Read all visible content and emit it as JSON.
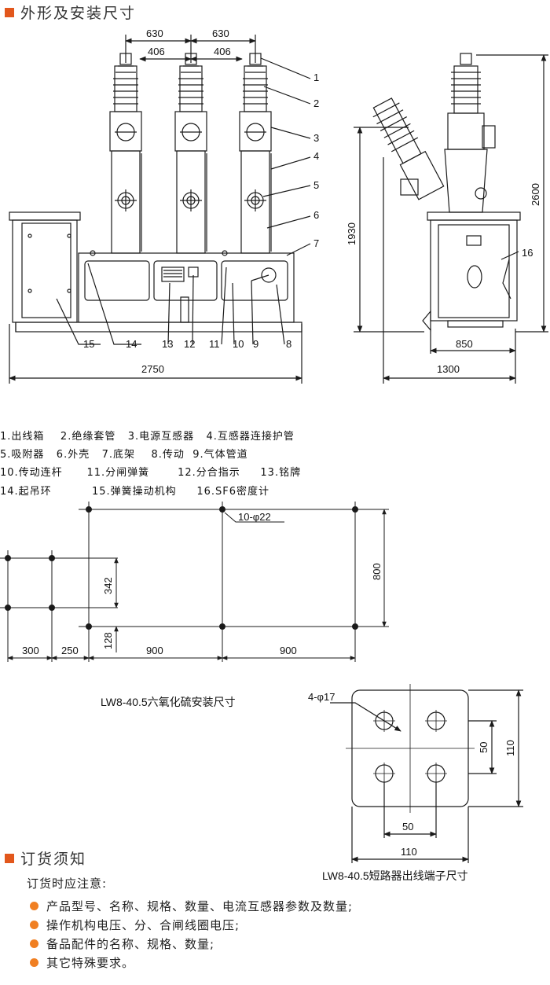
{
  "sections": {
    "dimensions_title": "外形及安装尺寸",
    "order_title": "订货须知"
  },
  "front_view": {
    "dims": {
      "pitch_outer_left": "630",
      "pitch_outer_right": "630",
      "pitch_inner_left": "406",
      "pitch_inner_right": "406",
      "overall_width": "2750"
    },
    "callouts": [
      "1",
      "2",
      "3",
      "4",
      "5",
      "6",
      "7",
      "15",
      "14",
      "13",
      "12",
      "11",
      "10",
      "9",
      "8"
    ]
  },
  "side_view": {
    "dims": {
      "height_lower": "1930",
      "height_total": "2600",
      "base_width": "850",
      "overall_width": "1300"
    },
    "callouts": [
      "16"
    ]
  },
  "legend": [
    "1.出线箱    2.绝缘套管   3.电源互感器   4.互感器连接护管",
    "5.吸附器   6.外壳   7.底架    8.传动  9.气体管道",
    "10.传动连杆      11.分闸弹簧       12.分合指示     13.铭牌",
    "14.起吊环          15.弹簧操动机构     16.SF6密度计"
  ],
  "foundation_plan": {
    "hole_spec": "10-φ22",
    "dims": {
      "depth": "800",
      "sub_depth": "342",
      "offset": "128",
      "w1": "300",
      "w2": "250",
      "w3": "900",
      "w4": "900"
    }
  },
  "terminal": {
    "install_caption": "LW8-40.5六氧化硫安装尺寸",
    "hole_spec": "4-φ17",
    "dims": {
      "pitch_v": "50",
      "size_v": "110",
      "pitch_h": "50",
      "size_h": "110"
    },
    "terminal_caption": "LW8-40.5短路器出线端子尺寸"
  },
  "order_notes": {
    "intro": "订货时应注意:",
    "items": [
      "产品型号、名称、规格、数量、电流互感器参数及数量;",
      "操作机构电压、分、合闸线圈电压;",
      "备品配件的名称、规格、数量;",
      "其它特殊要求。"
    ]
  },
  "colors": {
    "accent": "#e2571c",
    "bullet": "#f07f22",
    "line": "#1a1a1a"
  }
}
